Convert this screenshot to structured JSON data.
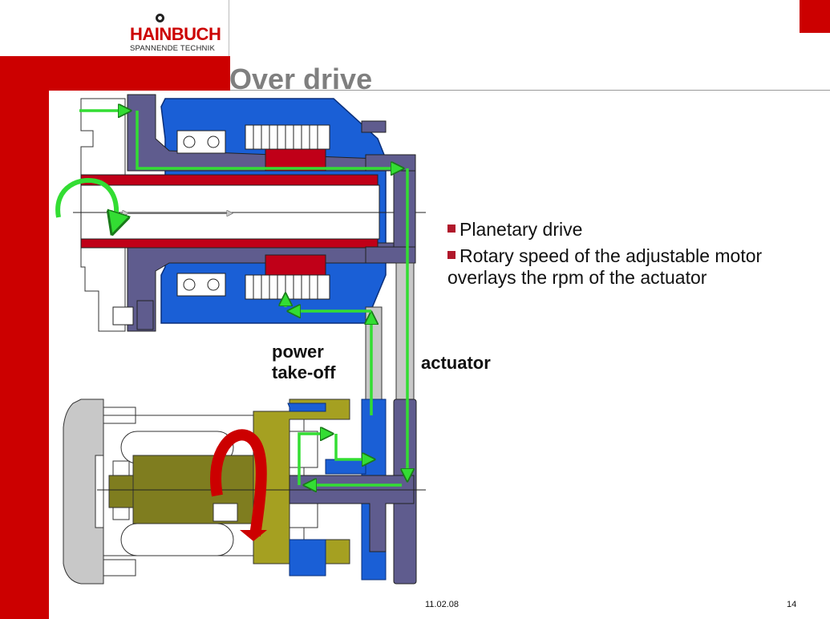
{
  "logo": {
    "brand": "HAINBUCH",
    "tagline": "SPANNENDE TECHNIK"
  },
  "slide": {
    "title": "Over drive",
    "bullets": [
      "Planetary drive",
      "Rotary speed of the adjustable motor overlays the rpm of the actuator"
    ],
    "labels": {
      "power_takeoff": [
        "power",
        "take-off"
      ],
      "actuator": "actuator"
    }
  },
  "footer": {
    "date": "11.02.08",
    "page": "14"
  },
  "colors": {
    "brand_red": "#cc0000",
    "title_gray": "#7f7f7f",
    "housing_blue": "#1a5fd6",
    "shaft_purple": "#5f5c8e",
    "spindle_red": "#c00018",
    "gear_olive": "#a5a021",
    "flow_green": "#33dd33"
  }
}
